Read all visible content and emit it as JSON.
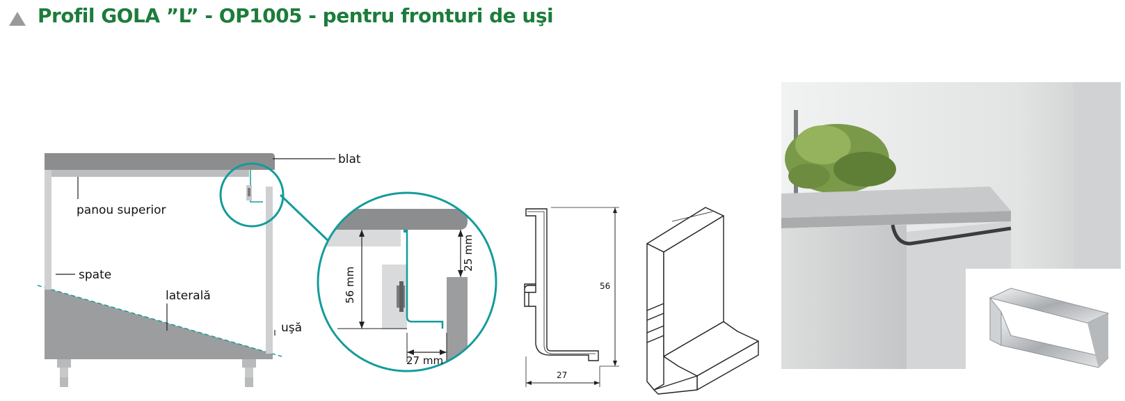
{
  "title": "Profil GOLA ”L” - OP1005 - pentru fronturi de uşi",
  "colors": {
    "title_green": "#1d7c3b",
    "teal": "#149b9b",
    "worktop_gray": "#8c8d8f",
    "panel_gray": "#bcbdbf",
    "light_gray": "#d6d7d8",
    "title_triangle": "#9a9a9a"
  },
  "section_labels": {
    "blat": "blat",
    "panou_superior": "panou superior",
    "spate": "spate",
    "laterala": "laterală",
    "usa": "uşă"
  },
  "detail_dimensions": {
    "height_56": "56 mm",
    "height_25": "25 mm",
    "depth_27": "27 mm"
  },
  "profile_dimensions": {
    "height": "56",
    "width": "27"
  },
  "photo": {
    "icons": [
      "kitchen-photo-icon",
      "profile-inset-icon"
    ]
  }
}
